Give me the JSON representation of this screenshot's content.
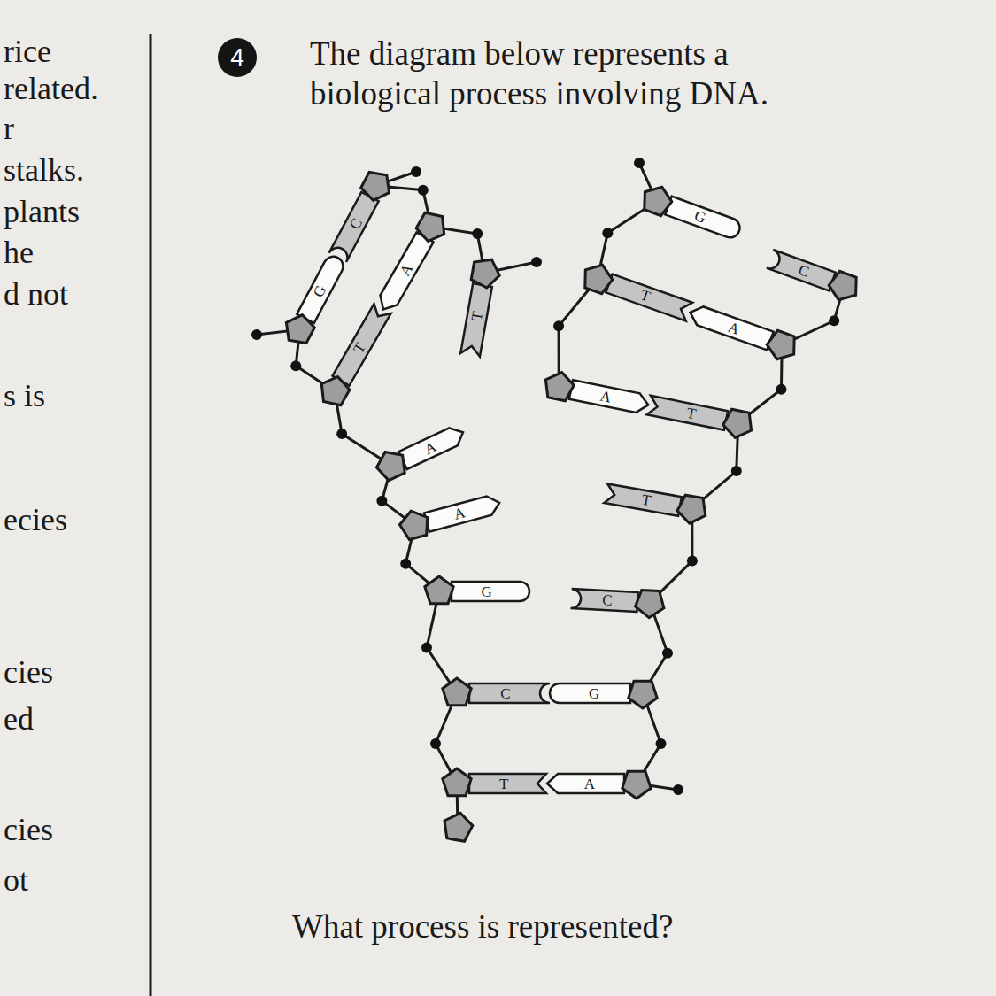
{
  "diagram": {
    "title": "The diagram below represents a biological process involving DNA.",
    "caption": "What process is represented?",
    "nodes": [
      {
        "text": [
          "4"
        ]
      }
    ],
    "labels": [
      "rice",
      "related.",
      "r",
      "stalks.",
      "plants",
      "he",
      "d not",
      "s is",
      "ecies",
      "cies",
      "ed",
      "cies",
      "ot",
      "C",
      "G",
      "G",
      "C",
      "A",
      "T",
      "T",
      "A",
      "T",
      "A",
      "T",
      "A",
      "A",
      "T",
      "G",
      "C",
      "C",
      "G",
      "T",
      "A"
    ]
  }
}
